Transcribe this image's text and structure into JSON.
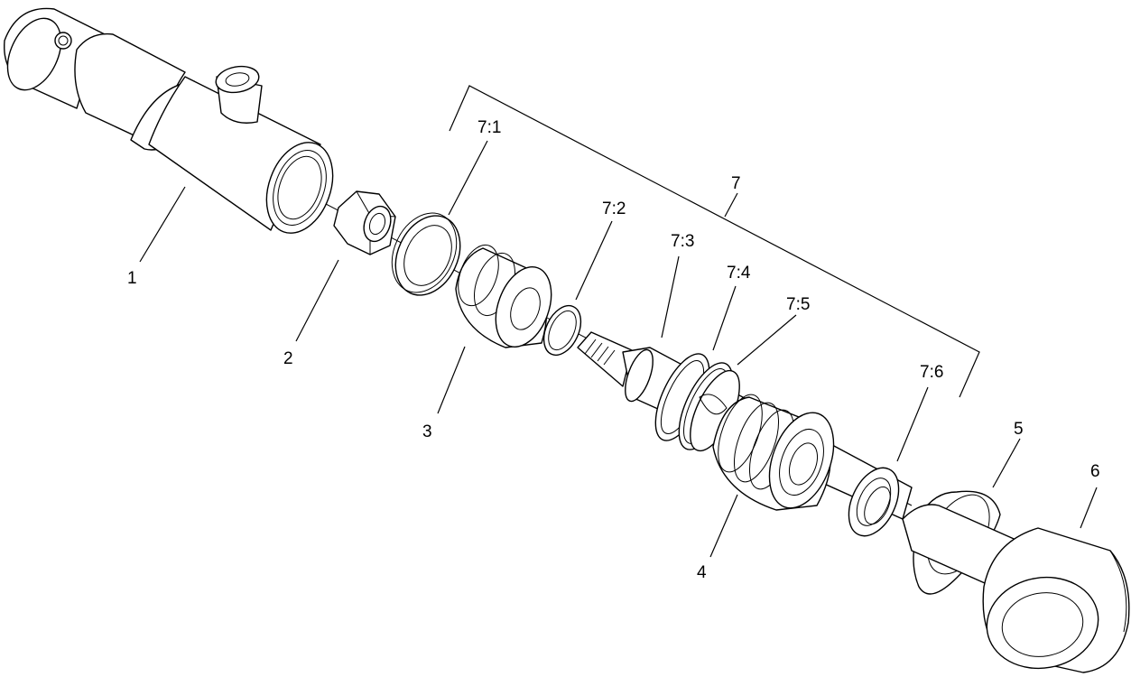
{
  "diagram": {
    "callouts": [
      {
        "id": "1",
        "label": "1"
      },
      {
        "id": "2",
        "label": "2"
      },
      {
        "id": "3",
        "label": "3"
      },
      {
        "id": "4",
        "label": "4"
      },
      {
        "id": "5",
        "label": "5"
      },
      {
        "id": "6",
        "label": "6"
      },
      {
        "id": "7",
        "label": "7"
      },
      {
        "id": "7-1",
        "label": "7:1"
      },
      {
        "id": "7-2",
        "label": "7:2"
      },
      {
        "id": "7-3",
        "label": "7:3"
      },
      {
        "id": "7-4",
        "label": "7:4"
      },
      {
        "id": "7-5",
        "label": "7:5"
      },
      {
        "id": "7-6",
        "label": "7:6"
      }
    ]
  }
}
